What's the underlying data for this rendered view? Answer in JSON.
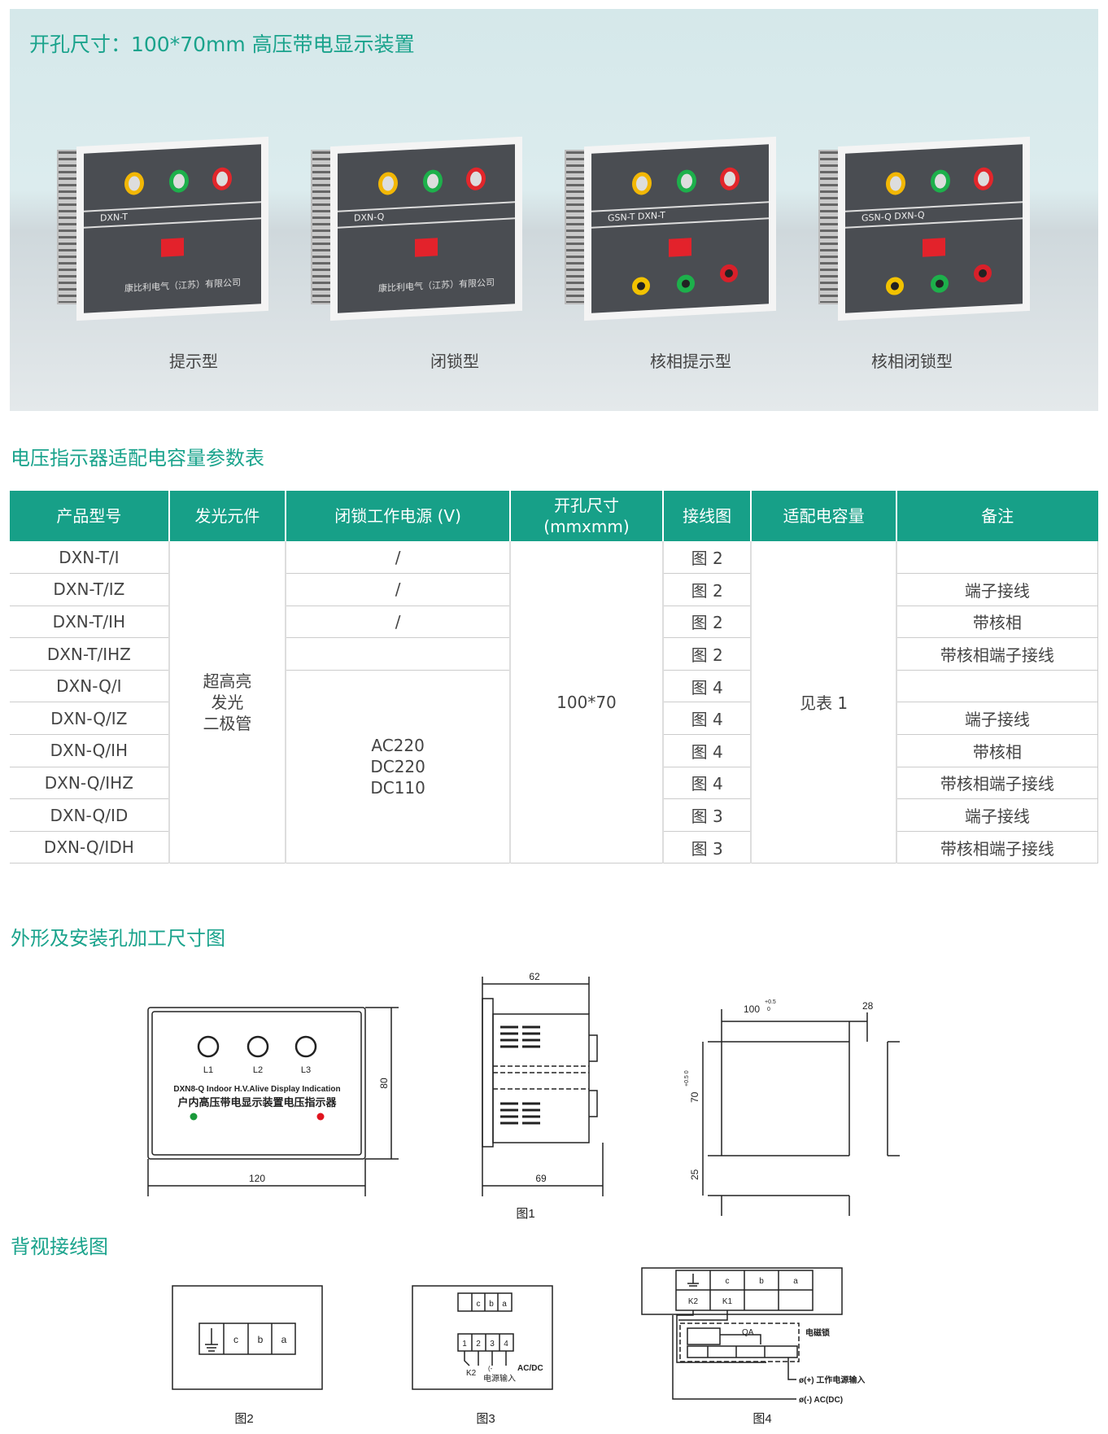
{
  "banner": {
    "title": "开孔尺寸：100*70mm 高压带电显示装置",
    "devices": [
      {
        "model": "DXN-T",
        "label": "提示型",
        "company": "康比利电气（江苏）有限公司"
      },
      {
        "model": "DXN-Q",
        "label": "闭锁型",
        "company": "康比利电气（江苏）有限公司"
      },
      {
        "model": "GSN-T DXN-T",
        "label": "核相提示型"
      },
      {
        "model": "GSN-Q DXN-Q",
        "label": "核相闭锁型"
      }
    ]
  },
  "table_title": "电压指示器适配电容量参数表",
  "table": {
    "headers": [
      "产品型号",
      "发光元件",
      "闭锁工作电源 (V)",
      "开孔尺寸\n(mmxmm)",
      "接线图",
      "适配电容量",
      "备注"
    ],
    "models": [
      "DXN-T/I",
      "DXN-T/IZ",
      "DXN-T/IH",
      "DXN-T/IHZ",
      "DXN-Q/I",
      "DXN-Q/IZ",
      "DXN-Q/IH",
      "DXN-Q/IHZ",
      "DXN-Q/ID",
      "DXN-Q/IDH"
    ],
    "light": "超高亮\n发光\n二极管",
    "power": [
      "/",
      "/",
      "/",
      ""
    ],
    "power_merged": "AC220\nDC220\nDC110",
    "size": "100*70",
    "diagram": [
      "图 2",
      "图 2",
      "图 2",
      "图 2",
      "图 4",
      "图 4",
      "图 4",
      "图 4",
      "图 3",
      "图 3"
    ],
    "capacity": "见表 1",
    "notes": [
      "",
      "端子接线",
      "带核相",
      "带核相端子接线",
      "",
      "端子接线",
      "带核相",
      "带核相端子接线",
      "端子接线",
      "带核相端子接线"
    ]
  },
  "dims_title": "外形及安装孔加工尺寸图",
  "fig1": {
    "leds": [
      "L1",
      "L2",
      "L3"
    ],
    "en": "DXN8-Q Indoor H.V.Alive Display Indication",
    "cn": "户内高压带电显示装置电压指示器",
    "w": "120",
    "h": "80",
    "depth_top": "62",
    "depth_bottom": "69",
    "cut_w": "100",
    "cut_w_tol": "+0.5",
    "cut_w_tol0": "0",
    "gap": "28",
    "cut_h": "70",
    "cut_h_tol": "+0.5 0",
    "spacing": "25",
    "caption": "图1"
  },
  "wiring_title": "背视接线图",
  "fig2": {
    "cells": [
      "c",
      "b",
      "a"
    ],
    "caption": "图2"
  },
  "fig3": {
    "cells": [
      "c",
      "b",
      "a"
    ],
    "nums": [
      "1",
      "2",
      "3",
      "4"
    ],
    "k2": "K2",
    "power_in": "电源输入",
    "acdc": "AC/DC",
    "minus": "(-",
    "caption": "图3"
  },
  "fig4": {
    "top": [
      "c",
      "b",
      "a"
    ],
    "bottom": [
      "K2",
      "K1"
    ],
    "qa": "QA",
    "lock": "电磁锁",
    "plus_line": "ø(+) 工作电源输入",
    "minus_line": "ø(-) AC(DC)",
    "caption": "图4"
  }
}
